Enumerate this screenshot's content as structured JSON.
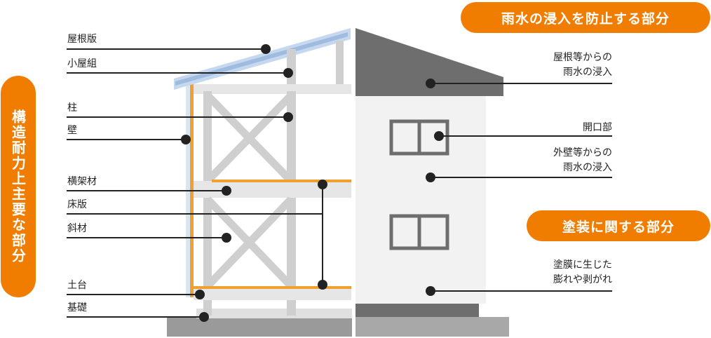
{
  "badges": {
    "structural": "構造耐力上主要な部分",
    "rain": "雨水の浸入を防止する部分",
    "paint": "塗装に関する部分"
  },
  "left_labels": [
    "屋根版",
    "小屋組",
    "柱",
    "壁",
    "横架材",
    "床版",
    "斜材",
    "土台",
    "基礎"
  ],
  "right_labels": {
    "roof_line1": "屋根等からの",
    "roof_line2": "雨水の浸入",
    "opening": "開口部",
    "wall_line1": "外壁等からの",
    "wall_line2": "雨水の浸入",
    "paint_line1": "塗膜に生じた",
    "paint_line2": "膨れや剥がれ"
  },
  "colors": {
    "accent": "#f07d00",
    "roof_dark": "#6e6e6e",
    "frame_gray": "#cfcfcf",
    "beam_orange": "#f0a030",
    "foundation": "#9a9a9a"
  }
}
